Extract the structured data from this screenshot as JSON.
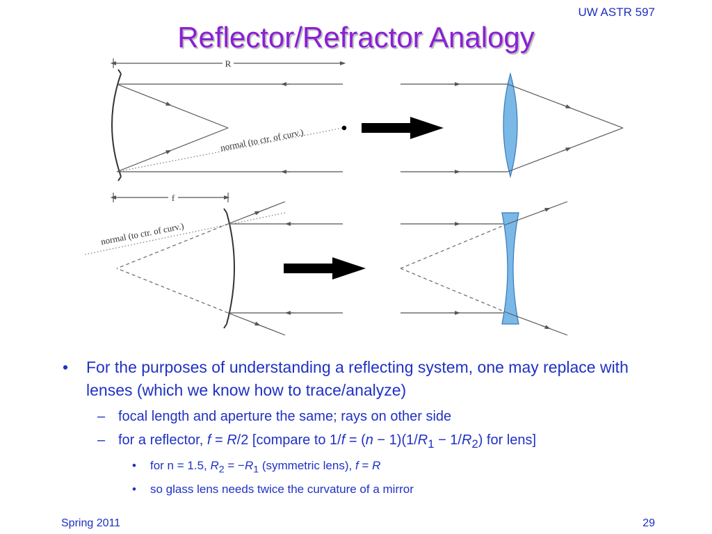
{
  "header": {
    "course": "UW ASTR 597",
    "title": "Reflector/Refractor Analogy"
  },
  "figure": {
    "radius_label": "R",
    "focal_label": "f",
    "normal_label_top": "normal (to ctr. of curv.)",
    "normal_label_bottom": "normal (to ctr. of curv.)",
    "colors": {
      "lens_fill": "#7ab8e8",
      "arrow": "#000000"
    }
  },
  "bullets": {
    "main": "For the purposes of understanding a reflecting system, one may replace with lenses (which we know how to trace/analyze)",
    "sub1": "focal length and aperture the same; rays on other side",
    "sub2": {
      "prefix": "for a reflector, ",
      "f1": "f",
      "eq1": " = ",
      "R1": "R",
      "half": "/2 [compare to 1/",
      "f2": "f",
      "eq2": " = (",
      "n": "n",
      "minus1": " − 1)(1/",
      "R_a": "R",
      "sub_a": "1",
      "minus2": " − 1/",
      "R_b": "R",
      "sub_b": "2",
      "suffix": ") for lens]"
    },
    "sub2_1": {
      "prefix": "for n = 1.5, ",
      "R_a": "R",
      "sub_a": "2",
      "eq": " = −",
      "R_b": "R",
      "sub_b": "1",
      "mid": " (symmetric lens),  ",
      "f": "f",
      "eq2": " = ",
      "R_c": "R"
    },
    "sub2_2": "so glass lens needs twice the curvature of a mirror"
  },
  "footer": {
    "left": "Spring 2011",
    "right": "29"
  }
}
